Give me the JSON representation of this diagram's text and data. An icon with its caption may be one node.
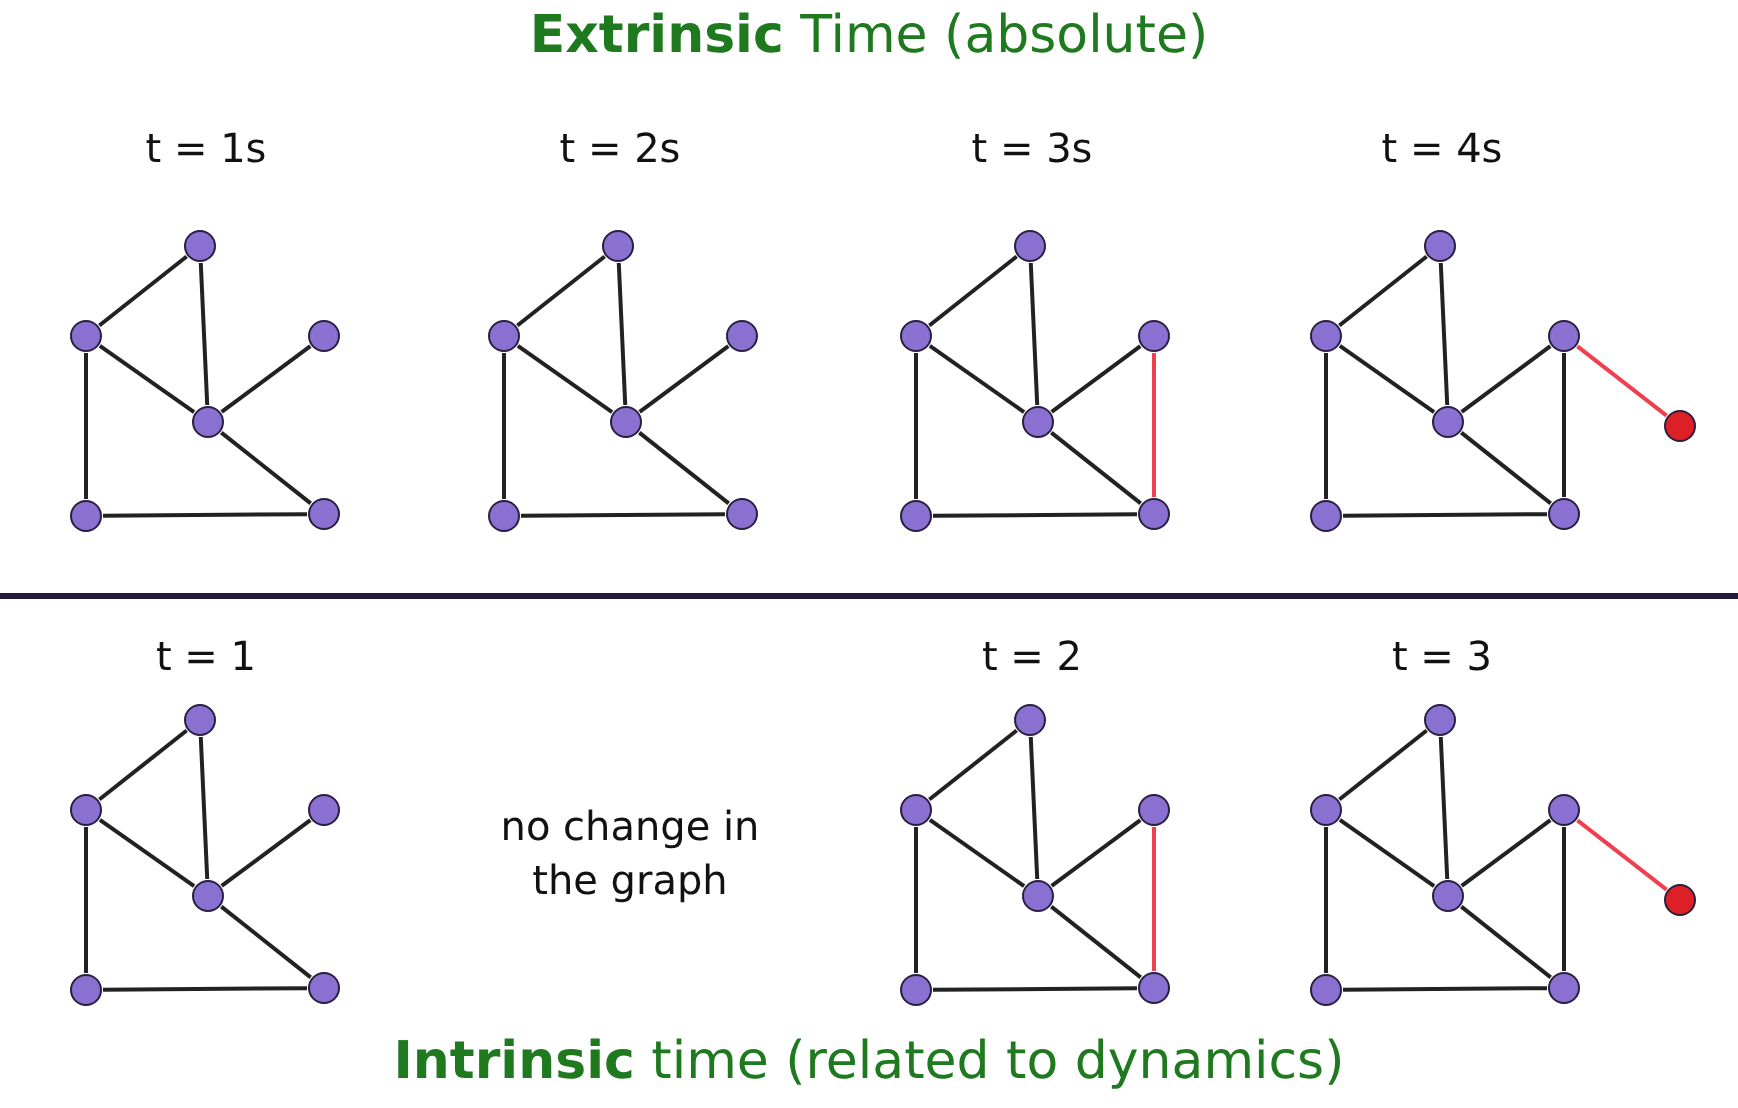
{
  "diagram": {
    "title": "**Extrinsic** Time (absolute)",
    "caption": "**Intrinsic** time (related to dynamics)",
    "nodes": [
      {
        "text": [],
        "shape": "circle"
      },
      {
        "text": [],
        "shape": "circle"
      },
      {
        "text": [],
        "shape": "circle"
      },
      {
        "text": [],
        "shape": "circle"
      },
      {
        "text": [],
        "shape": "circle"
      },
      {
        "text": [],
        "shape": "circle"
      },
      {
        "text": [],
        "shape": "circle"
      },
      {
        "text": [],
        "shape": "circle"
      },
      {
        "text": [],
        "shape": "circle"
      },
      {
        "text": [],
        "shape": "circle"
      },
      {
        "text": [],
        "shape": "circle"
      },
      {
        "text": [],
        "shape": "circle"
      },
      {
        "text": [],
        "shape": "circle"
      },
      {
        "text": [],
        "shape": "circle"
      },
      {
        "text": [],
        "shape": "circle"
      },
      {
        "text": [],
        "shape": "circle"
      },
      {
        "text": [],
        "shape": "circle"
      },
      {
        "text": [],
        "shape": "circle"
      },
      {
        "text": [],
        "shape": "circle"
      },
      {
        "text": [],
        "shape": "circle"
      },
      {
        "text": [],
        "shape": "circle"
      },
      {
        "text": [],
        "shape": "circle"
      },
      {
        "text": [],
        "shape": "circle"
      },
      {
        "text": [],
        "shape": "circle"
      },
      {
        "text": [],
        "shape": "circle"
      },
      {
        "text": [],
        "shape": "circle"
      },
      {
        "text": [],
        "shape": "circle"
      },
      {
        "text": [],
        "shape": "circle"
      },
      {
        "text": [],
        "shape": "circle"
      },
      {
        "text": [],
        "shape": "circle"
      },
      {
        "text": [],
        "shape": "circle"
      },
      {
        "text": [],
        "shape": "circle"
      },
      {
        "text": [],
        "shape": "circle"
      },
      {
        "text": [],
        "shape": "circle"
      },
      {
        "text": [],
        "shape": "circle"
      },
      {
        "text": [],
        "shape": "circle"
      },
      {
        "text": [],
        "shape": "circle"
      },
      {
        "text": [],
        "shape": "circle"
      },
      {
        "text": [],
        "shape": "circle"
      },
      {
        "text": [],
        "shape": "circle"
      },
      {
        "text": [],
        "shape": "circle"
      },
      {
        "text": [],
        "shape": "circle"
      },
      {
        "text": [],
        "shape": "circle"
      },
      {
        "text": [],
        "shape": "circle"
      }
    ],
    "edges": [
      {
        "from": 0,
        "to": 1,
        "arrow": "none"
      },
      {
        "from": 0,
        "to": 3,
        "arrow": "none"
      },
      {
        "from": 1,
        "to": 3,
        "arrow": "none"
      },
      {
        "from": 3,
        "to": 2,
        "arrow": "none"
      },
      {
        "from": 1,
        "to": 4,
        "arrow": "none"
      },
      {
        "from": 4,
        "to": 5,
        "arrow": "none"
      },
      {
        "from": 3,
        "to": 5,
        "arrow": "none"
      },
      {
        "from": 6,
        "to": 7,
        "arrow": "none"
      },
      {
        "from": 6,
        "to": 9,
        "arrow": "none"
      },
      {
        "from": 7,
        "to": 9,
        "arrow": "none"
      },
      {
        "from": 9,
        "to": 8,
        "arrow": "none"
      },
      {
        "from": 7,
        "to": 10,
        "arrow": "none"
      },
      {
        "from": 10,
        "to": 11,
        "arrow": "none"
      },
      {
        "from": 9,
        "to": 11,
        "arrow": "none"
      },
      {
        "from": 12,
        "to": 13,
        "arrow": "none"
      },
      {
        "from": 12,
        "to": 15,
        "arrow": "none"
      },
      {
        "from": 13,
        "to": 15,
        "arrow": "none"
      },
      {
        "from": 15,
        "to": 14,
        "arrow": "none"
      },
      {
        "from": 13,
        "to": 16,
        "arrow": "none"
      },
      {
        "from": 16,
        "to": 17,
        "arrow": "none"
      },
      {
        "from": 15,
        "to": 17,
        "arrow": "none"
      },
      {
        "from": 14,
        "to": 17,
        "arrow": "none",
        "color": "#f04050"
      },
      {
        "from": 18,
        "to": 19,
        "arrow": "none"
      },
      {
        "from": 18,
        "to": 21,
        "arrow": "none"
      },
      {
        "from": 19,
        "to": 21,
        "arrow": "none"
      },
      {
        "from": 21,
        "to": 20,
        "arrow": "none"
      },
      {
        "from": 19,
        "to": 22,
        "arrow": "none"
      },
      {
        "from": 22,
        "to": 23,
        "arrow": "none"
      },
      {
        "from": 21,
        "to": 23,
        "arrow": "none"
      },
      {
        "from": 20,
        "to": 23,
        "arrow": "none"
      },
      {
        "from": 20,
        "to": 24,
        "arrow": "none",
        "color": "#f04050"
      },
      {
        "from": 25,
        "to": 26,
        "arrow": "none"
      },
      {
        "from": 25,
        "to": 28,
        "arrow": "none"
      },
      {
        "from": 26,
        "to": 28,
        "arrow": "none"
      },
      {
        "from": 28,
        "to": 27,
        "arrow": "none"
      },
      {
        "from": 26,
        "to": 29,
        "arrow": "none"
      },
      {
        "from": 29,
        "to": 30,
        "arrow": "none"
      },
      {
        "from": 28,
        "to": 30,
        "arrow": "none"
      },
      {
        "from": 31,
        "to": 32,
        "arrow": "none"
      },
      {
        "from": 31,
        "to": 34,
        "arrow": "none"
      },
      {
        "from": 32,
        "to": 34,
        "arrow": "none"
      },
      {
        "from": 34,
        "to": 33,
        "arrow": "none"
      },
      {
        "from": 32,
        "to": 35,
        "arrow": "none"
      },
      {
        "from": 35,
        "to": 36,
        "arrow": "none"
      },
      {
        "from": 34,
        "to": 36,
        "arrow": "none"
      },
      {
        "from": 33,
        "to": 36,
        "arrow": "none",
        "color": "#f04050"
      },
      {
        "from": 37,
        "to": 38,
        "arrow": "none"
      },
      {
        "from": 37,
        "to": 40,
        "arrow": "none"
      },
      {
        "from": 38,
        "to": 40,
        "arrow": "none"
      },
      {
        "from": 40,
        "to": 39,
        "arrow": "none"
      },
      {
        "from": 38,
        "to": 41,
        "arrow": "none"
      },
      {
        "from": 41,
        "to": 42,
        "arrow": "none"
      },
      {
        "from": 40,
        "to": 42,
        "arrow": "none"
      },
      {
        "from": 39,
        "to": 42,
        "arrow": "none"
      },
      {
        "from": 39,
        "to": 43,
        "arrow": "none",
        "color": "#f04050"
      }
    ],
    "labels": [
      "t = 1s",
      "t = 2s",
      "t = 3s",
      "t = 4s",
      "t = 1",
      "no change in the graph",
      "t = 2",
      "t = 3"
    ]
  }
}
